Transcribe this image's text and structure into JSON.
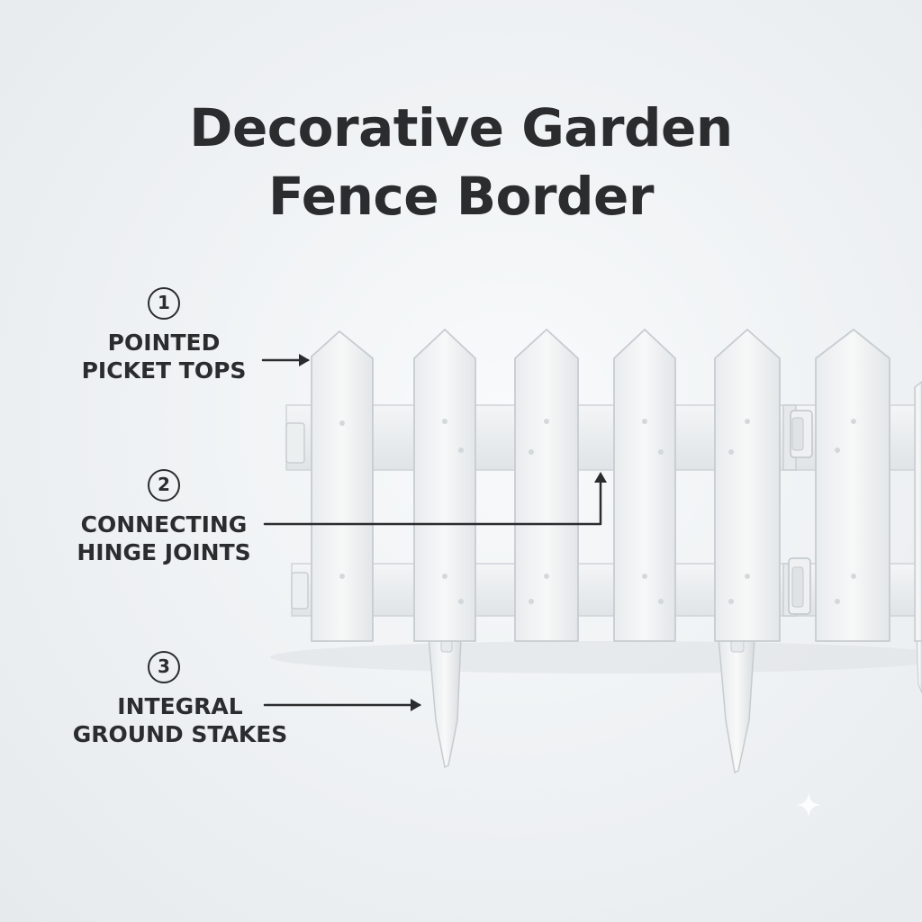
{
  "title": {
    "line1": "Decorative Garden",
    "line2": "Fence Border"
  },
  "callouts": [
    {
      "number": "1",
      "line1": "POINTED",
      "line2": "PICKET TOPS"
    },
    {
      "number": "2",
      "line1": "CONNECTING",
      "line2": "HINGE JOINTS"
    },
    {
      "number": "3",
      "line1": "INTEGRAL",
      "line2": "GROUND STAKES"
    }
  ],
  "colors": {
    "text": "#2a2c2d",
    "fence": "#f4f5f5",
    "fence_shadow": "#d5d9dc"
  }
}
